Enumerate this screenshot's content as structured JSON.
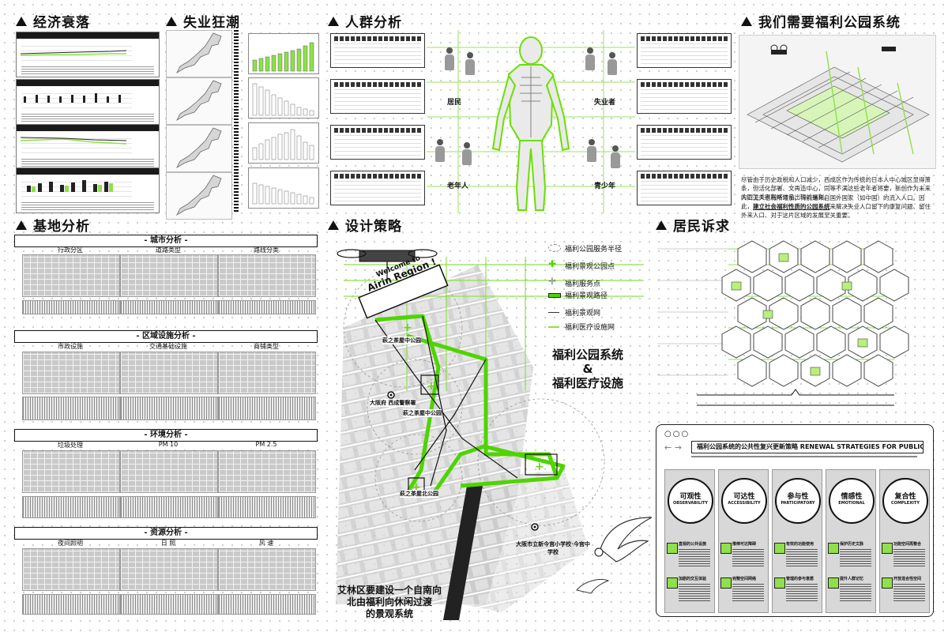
{
  "sections": {
    "economy": "经济衰落",
    "unemployment": "失业狂潮",
    "crowd": "人群分析",
    "need": "我们需要福利公园系统",
    "site": "基地分析",
    "strategy": "设计策略",
    "appeal": "居民诉求"
  },
  "need_text": {
    "p1": "尽管由于历史政税和人口减少，西成区作为传统的日本人中心城区显得萧条，但活化部署、文再造中心，同等不满这些老年者将要，新创作为未来的职工类家网络体系出现的福利。",
    "p2a": "人口流入也有所增加。特别是来自国外国家（如中国）的流入人口。因此，",
    "p2b": "建立社会福利性质的公园系统",
    "p2c": "来解决失业人口留下的康复问题、留住外来人口、对于这片区域的发展至关重要。"
  },
  "site_subsections": [
    "城市分析",
    "区域设施分析",
    "环境分析",
    "资源分析"
  ],
  "site_maps": [
    [
      "行政分区",
      "道路类型",
      "路线分类"
    ],
    [
      "市政设施",
      "交通基础设施",
      "商铺类型"
    ],
    [
      "垃圾处理",
      "PM 10",
      "PM 2.5"
    ],
    [
      "夜间照明",
      "日 照",
      "风 速"
    ]
  ],
  "crowd_labels": {
    "homeless": "居民",
    "unemployed": "失业者",
    "elderly": "老年人",
    "youth": "青少年"
  },
  "drone_sign": {
    "line1": "Welcome to",
    "line2": "Airin Region !"
  },
  "legend": [
    "福利公园服务半径",
    "福利景观公园点",
    "福利服务点",
    "福利景观路径",
    "福利景观网",
    "福利医疗设施网"
  ],
  "strategy_title": {
    "line1": "福利公园系统",
    "line2": "&",
    "line3": "福利医疗设施"
  },
  "map_places": {
    "p1": "萩之茶屋中公园",
    "p2": "大阪府 西成警察署",
    "p3": "萩之茶屋中公园",
    "p4": "萩之茶屋北公园",
    "p5": "大阪市立新今宫小学校·今宫中学校"
  },
  "strategy_caption": {
    "line1": "艾林区要建设一个自南向",
    "line2": "北由福利向休闲过渡",
    "line3": "的景观系统"
  },
  "browser": {
    "dots": "○○○",
    "nav": "←  →",
    "title": "福利公园系统的公共性复兴更新策略 RENEWAL STRATEGIES FOR PUBLICITY REVIVAL OF WELFARE PARK SYSTEM"
  },
  "strategies": [
    {
      "cn": "可观性",
      "en": "OBSERVABILITY",
      "rows": [
        "直视的公共设施",
        "加剧的交互体验"
      ]
    },
    {
      "cn": "可达性",
      "en": "ACCESSIBILITY",
      "rows": [
        "推倒可达障碍",
        "完整空间网络"
      ]
    },
    {
      "cn": "参与性",
      "en": "PARTICIPATORY",
      "rows": [
        "有效的功能使用",
        "管理的参与意愿"
      ]
    },
    {
      "cn": "情感性",
      "en": "EMOTIONAL",
      "rows": [
        "保护历史文脉",
        "提升人群记忆"
      ]
    },
    {
      "cn": "复合性",
      "en": "COMPLEXITY",
      "rows": [
        "功能空间再整合",
        "开放混合性空间"
      ]
    }
  ],
  "colors": {
    "accent_green": "#8fe04a",
    "dark": "#111111"
  }
}
